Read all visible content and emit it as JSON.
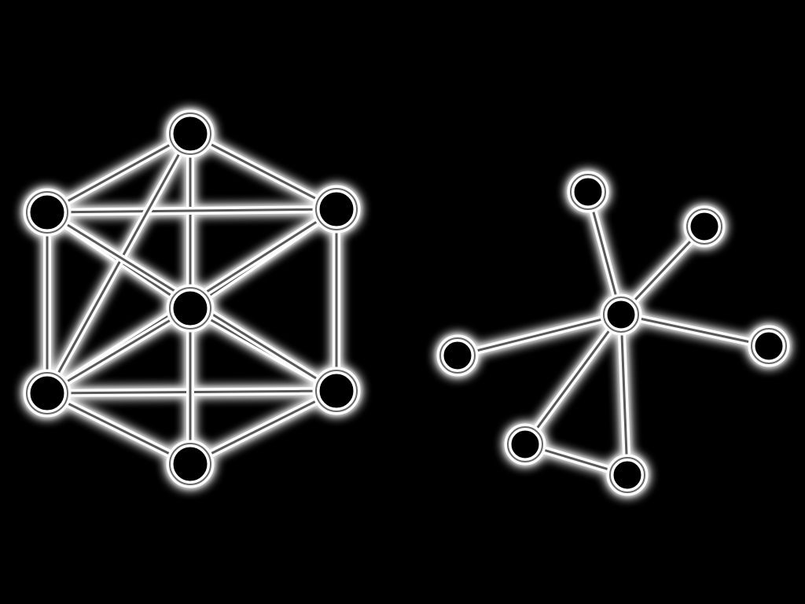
{
  "background": "#000000",
  "stroke_color": "#ffffff",
  "graphs": [
    {
      "name": "left-graph",
      "description_shape": "hexagon-with-center-hub",
      "nodes": [
        "top",
        "upper-left",
        "upper-right",
        "center",
        "lower-left",
        "lower-right",
        "bottom"
      ],
      "edges": [
        [
          "top",
          "upper-left"
        ],
        [
          "top",
          "upper-right"
        ],
        [
          "top",
          "center"
        ],
        [
          "upper-left",
          "upper-right"
        ],
        [
          "upper-left",
          "lower-left"
        ],
        [
          "upper-left",
          "center"
        ],
        [
          "upper-right",
          "lower-right"
        ],
        [
          "upper-right",
          "center"
        ],
        [
          "upper-right",
          "lower-left"
        ],
        [
          "lower-left",
          "lower-right"
        ],
        [
          "lower-left",
          "center"
        ],
        [
          "lower-left",
          "top"
        ],
        [
          "lower-right",
          "center"
        ],
        [
          "lower-right",
          "bottom"
        ],
        [
          "lower-right",
          "upper-left"
        ],
        [
          "bottom",
          "center"
        ],
        [
          "bottom",
          "lower-left"
        ]
      ]
    },
    {
      "name": "right-graph",
      "description_shape": "star-with-branches",
      "nodes": [
        "hub",
        "top-left",
        "top-right",
        "left",
        "right",
        "bottom-left",
        "bottom-right"
      ],
      "edges": [
        [
          "hub",
          "top-left"
        ],
        [
          "hub",
          "top-right"
        ],
        [
          "hub",
          "left"
        ],
        [
          "hub",
          "right"
        ],
        [
          "hub",
          "bottom-right"
        ],
        [
          "bottom-left",
          "bottom-right"
        ],
        [
          "bottom-left",
          "hub"
        ]
      ]
    }
  ]
}
